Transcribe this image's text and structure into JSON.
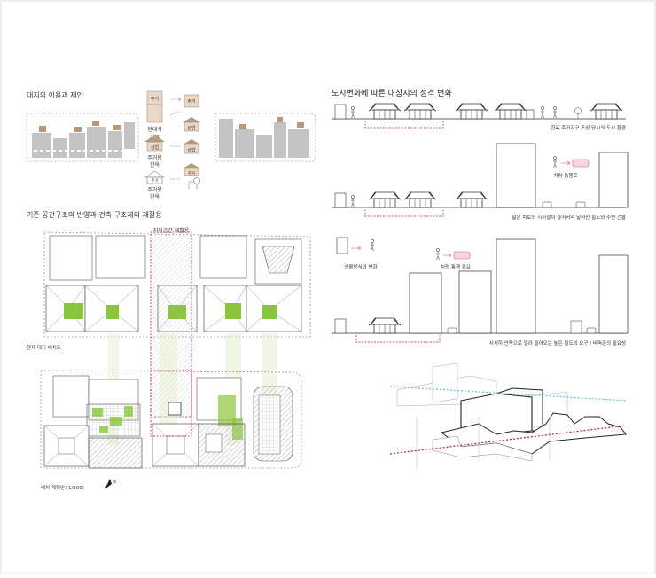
{
  "sections": {
    "site_use": "대지의 이용과 제안",
    "city_change": "도시변화에 따른 대상지의 성격 변화",
    "reuse": "기존 공간구조의 반영과 건축 구조체의 재활용"
  },
  "legend": {
    "house": "주거",
    "modern_top": "현대식",
    "modern_bottom": "건물",
    "shop": "상업",
    "mixed_top": "주거용",
    "mixed_bottom": "한옥"
  },
  "labels": {
    "underground": "지하공간 재활용",
    "current_site": "현재 대지 배치도",
    "site_plan": "배치 계획안 (1/300)",
    "north": "N"
  },
  "captions": {
    "row1": "한옥 주거지구 조성 당시의 도시 환경",
    "row2_note": "차량 통행로",
    "row2": "넓은 차로와 지하철이 들어서며 달라진 필도와 주변 건물",
    "row3_note1": "생활방식의 변화",
    "row3_note2": "차량 통행 필요",
    "row3": "서서히 안쪽으로 밀려 들어오는 높은 필도의 요구 / 버퍼존의 필요성"
  },
  "colors": {
    "accent_red": "#b0203a",
    "green": "#8bc53f",
    "pale_green": "#e7efd2",
    "gray": "#c3c3c3",
    "brown": "#b79a7a",
    "cyan": "#5bc0d8",
    "pink": "#d35a86"
  }
}
